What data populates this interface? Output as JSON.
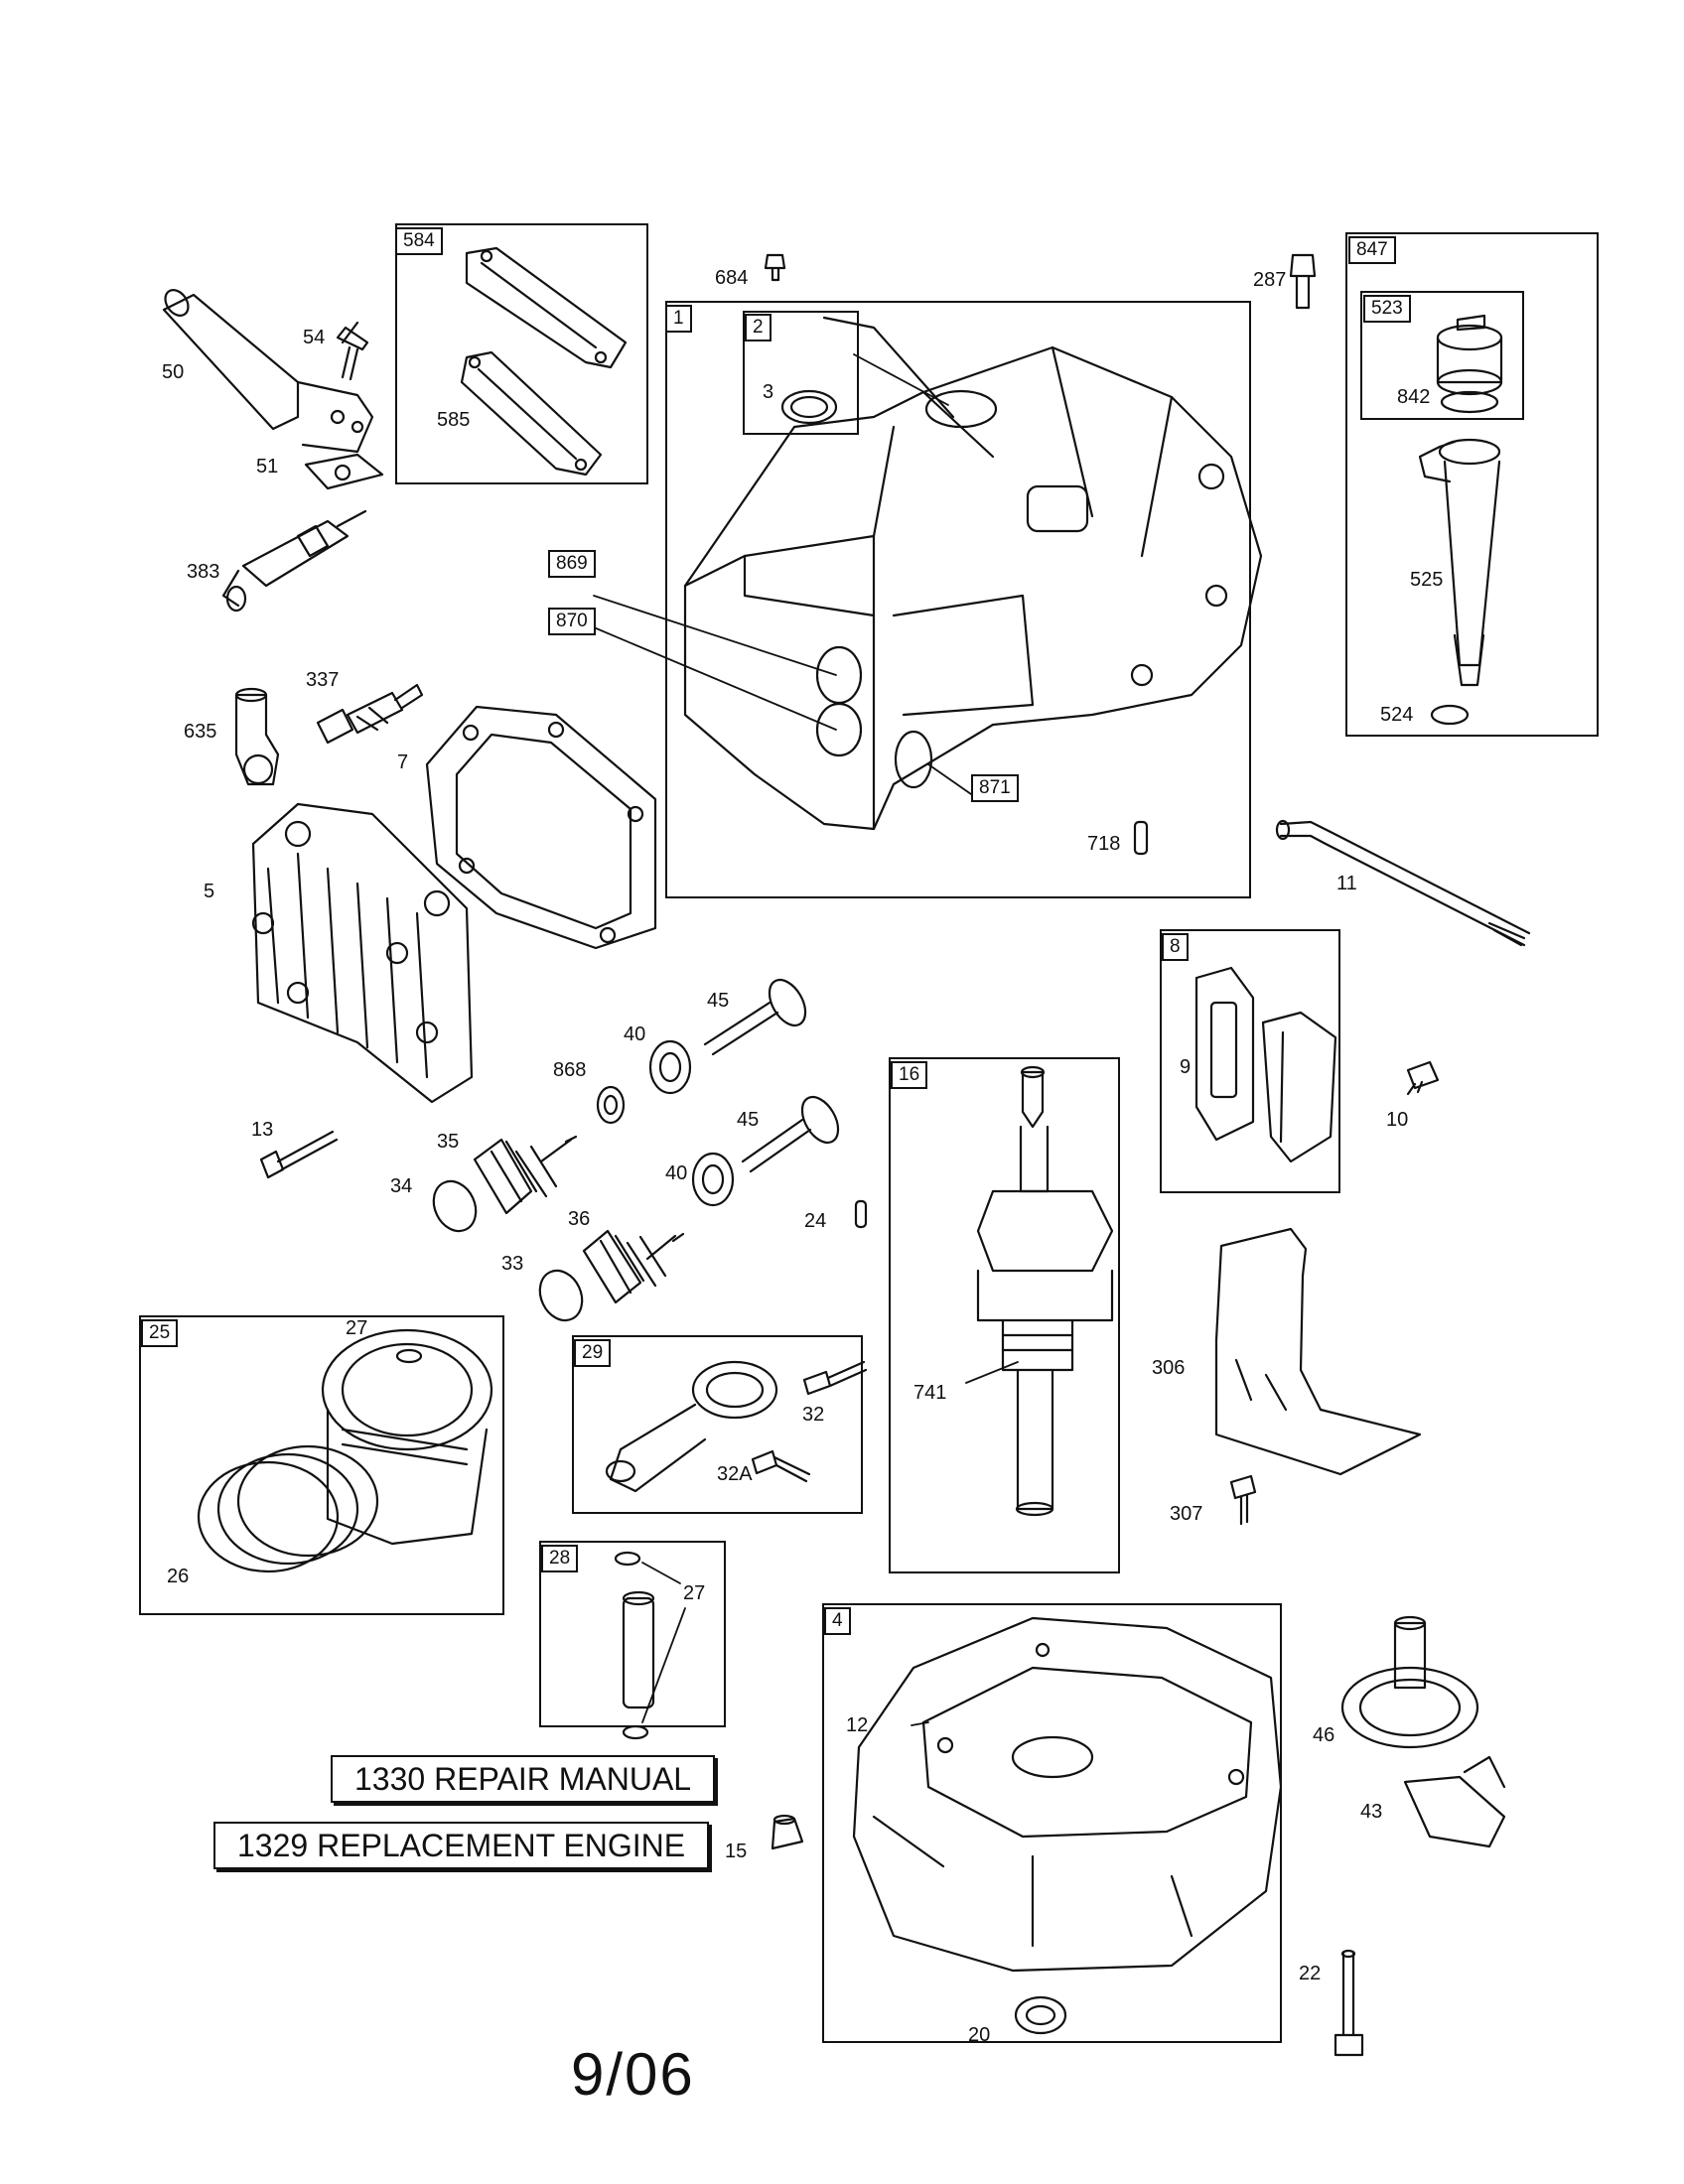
{
  "labels": {
    "l3": "3",
    "l50": "50",
    "l54": "54",
    "l51": "51",
    "l585": "585",
    "l684": "684",
    "l287": "287",
    "l842": "842",
    "l525": "525",
    "l524": "524",
    "l383": "383",
    "l337": "337",
    "l635": "635",
    "l7": "7",
    "l5": "5",
    "l718": "718",
    "l11": "11",
    "l45a": "45",
    "l40a": "40",
    "l868": "868",
    "l45b": "45",
    "l40b": "40",
    "l13": "13",
    "l35": "35",
    "l34": "34",
    "l36": "36",
    "l33": "33",
    "l24": "24",
    "l9": "9",
    "l10": "10",
    "l741": "741",
    "l306": "306",
    "l307": "307",
    "l27a": "27",
    "l26": "26",
    "l32": "32",
    "l32a": "32A",
    "l27b": "27",
    "l12": "12",
    "l46": "46",
    "l43": "43",
    "l15": "15",
    "l22": "22",
    "l20": "20"
  },
  "tags": {
    "t584": "584",
    "t1": "1",
    "t2": "2",
    "t847": "847",
    "t523": "523",
    "t869": "869",
    "t870": "870",
    "t871": "871",
    "t8": "8",
    "t16": "16",
    "t25": "25",
    "t29": "29",
    "t28": "28",
    "t4": "4"
  },
  "banners": {
    "repair_manual": "1330 REPAIR MANUAL",
    "replacement_engine": "1329 REPLACEMENT ENGINE"
  },
  "footer": {
    "date": "9/06"
  }
}
